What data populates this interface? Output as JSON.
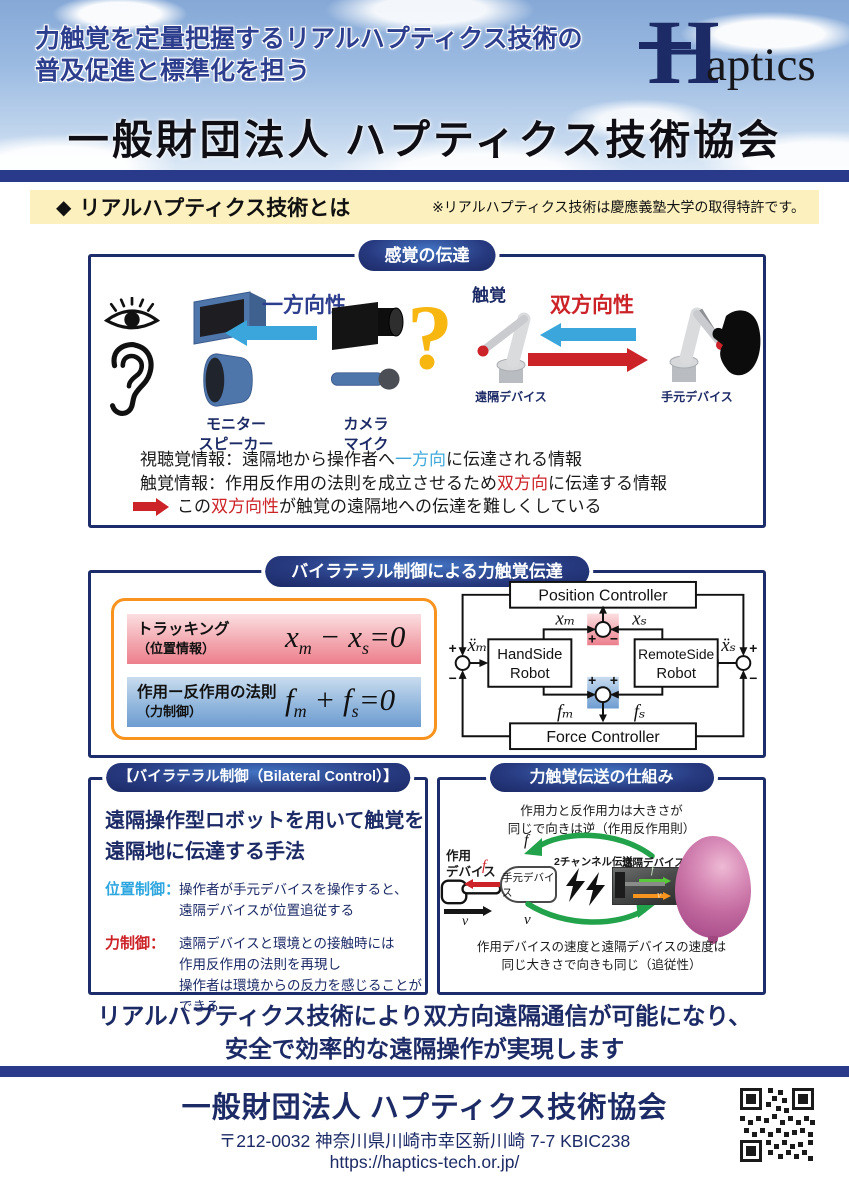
{
  "header": {
    "headline_line1": "力触覚を定量把握するリアルハプティクス技術の",
    "headline_line2": "普及促進と標準化を担う",
    "logo_initial": "H",
    "logo_rest": "aptics",
    "org_name": "一般財団法人 ハプティクス技術協会"
  },
  "section": {
    "diamond": "◆",
    "title": "リアルハプティクス技術とは",
    "note": "※リアルハプティクス技術は慶應義塾大学の取得特許です。"
  },
  "box1": {
    "pill": "感覚の伝達",
    "unidirectional": "一方向性",
    "bidirectional": "双方向性",
    "tactile": "触覚",
    "monitor_label_line1": "モニター",
    "monitor_label_line2": "スピーカー",
    "camera_label_line1": "カメラ",
    "camera_label_line2": "マイク",
    "question_mark": "?",
    "remote_device": "遠隔デバイス",
    "hand_device": "手元デバイス",
    "line1_pre": "視聴覚情報：遠隔地から操作者へ",
    "line1_hl": "一方向",
    "line1_post": "に伝達される情報",
    "line2_pre": "触覚情報：作用反作用の法則を成立させるため",
    "line2_hl": "双方向",
    "line2_post": "に伝達する情報",
    "line3_pre": "この",
    "line3_hl": "双方向性",
    "line3_post": "が触覚の遠隔地への伝達を難しくしている"
  },
  "box2": {
    "pill": "バイラテラル制御による力触覚伝達",
    "tracking_label": "トラッキング",
    "tracking_sub": "（位置情報）",
    "law_label": "作用ー反作用の法則",
    "law_sub": "（力制御）",
    "eq1": {
      "a": "x",
      "a_sub": "m",
      "op": "−",
      "b": "x",
      "b_sub": "s",
      "rhs": "=0"
    },
    "eq2": {
      "a": "f",
      "a_sub": "m",
      "op": "+",
      "b": "f",
      "b_sub": "s",
      "rhs": "=0"
    },
    "diagram": {
      "position_controller": "Position Controller",
      "force_controller": "Force Controller",
      "handside_1": "HandSide",
      "handside_2": "Robot",
      "remoteside_1": "RemoteSide",
      "remoteside_2": "Robot",
      "xm": "xₘ",
      "xs": "xₛ",
      "fm": "fₘ",
      "fs": "fₛ",
      "xm_dd": "ẍₘ",
      "xs_dd": "ẍₛ",
      "plus": "+",
      "minus": "−"
    }
  },
  "box3": {
    "pill": "【バイラテラル制御（Bilateral Control）】",
    "heading_line1": "遠隔操作型ロボットを用いて触覚を",
    "heading_line2": "遠隔地に伝達する手法",
    "position_label": "位置制御：",
    "position_line1": "操作者が手元デバイスを操作すると、",
    "position_line2": "遠隔デバイスが位置追従する",
    "force_label": "力制御：",
    "force_line1": "遠隔デバイスと環境との接触時には",
    "force_line2": "作用反作用の法則を再現し",
    "force_line3": "操作者は環境からの反力を感じることができる"
  },
  "box4": {
    "pill": "力触覚伝送の仕組み",
    "top_line1": "作用力と反作用力は大きさが",
    "top_line2": "同じで向きは逆（作用反作用則）",
    "action_device_line1": "作用",
    "action_device_line2": "デバイス",
    "hand_device": "手元デバイス",
    "channel": "2チャンネル伝送",
    "remote_device": "遠隔デバイス",
    "f_top": "f",
    "v_bottom": "ν",
    "f_force": "f",
    "v_velocity": "ν",
    "photo_f": "f",
    "photo_v": "v",
    "bottom_line1": "作用デバイスの速度と遠隔デバイスの速度は",
    "bottom_line2": "同じ大きさで向きも同じ（追従性）"
  },
  "tagline": {
    "line1": "リアルハプティクス技術により双方向遠隔通信が可能になり、",
    "line2": "安全で効率的な遠隔操作が実現します"
  },
  "footer": {
    "org_name": "一般財団法人 ハプティクス技術協会",
    "address": "〒212-0032  神奈川県川崎市幸区新川崎 7-7  KBIC238",
    "url": "https://haptics-tech.or.jp/"
  },
  "colors": {
    "navy": "#1c2a66",
    "bar_navy": "#2a3a8a",
    "light_blue": "#3aa6dc",
    "red": "#cc2329",
    "band_yellow": "#fcf1be",
    "question_yellow": "#f8b611",
    "orange_border": "#f7931e",
    "green": "#22a24b",
    "balloon_pink": "#c2699f"
  }
}
